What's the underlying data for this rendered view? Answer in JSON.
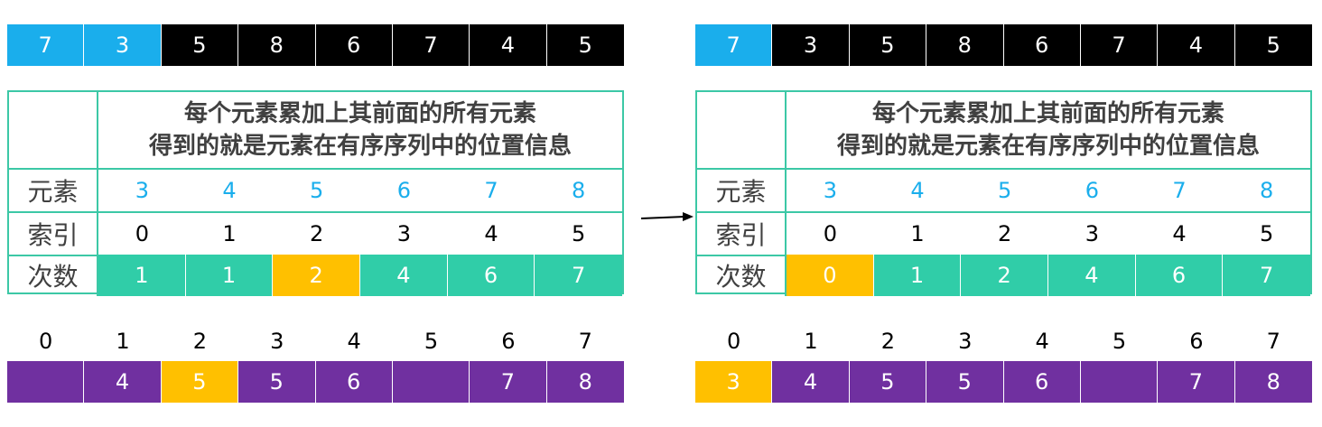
{
  "left": {
    "input": [
      7,
      3,
      5,
      8,
      6,
      7,
      4,
      5
    ],
    "input_colors": [
      "blue",
      "blue",
      "black",
      "black",
      "black",
      "black",
      "black",
      "black"
    ],
    "table": {
      "title_line1": "每个元素累加上其前面的所有元素",
      "title_line2": "得到的就是元素在有序序列中的位置信息",
      "labels": [
        "元素",
        "索引",
        "次数"
      ],
      "elements": [
        "3",
        "4",
        "5",
        "6",
        "7",
        "8"
      ],
      "indices": [
        "0",
        "1",
        "2",
        "3",
        "4",
        "5"
      ],
      "counts": [
        "1",
        "1",
        "2",
        "4",
        "6",
        "7"
      ],
      "count_colors": [
        "green",
        "green",
        "gold",
        "green",
        "green",
        "green"
      ]
    },
    "output_indices": [
      "0",
      "1",
      "2",
      "3",
      "4",
      "5",
      "6",
      "7"
    ],
    "output": [
      "",
      "4",
      "5",
      "5",
      "6",
      "",
      "7",
      "8"
    ],
    "output_colors": [
      "purple",
      "purple",
      "gold",
      "purple",
      "purple",
      "purple",
      "purple",
      "purple"
    ]
  },
  "right": {
    "input": [
      7,
      3,
      5,
      8,
      6,
      7,
      4,
      5
    ],
    "input_colors": [
      "blue",
      "black",
      "black",
      "black",
      "black",
      "black",
      "black",
      "black"
    ],
    "table": {
      "title_line1": "每个元素累加上其前面的所有元素",
      "title_line2": "得到的就是元素在有序序列中的位置信息",
      "labels": [
        "元素",
        "索引",
        "次数"
      ],
      "elements": [
        "3",
        "4",
        "5",
        "6",
        "7",
        "8"
      ],
      "indices": [
        "0",
        "1",
        "2",
        "3",
        "4",
        "5"
      ],
      "counts": [
        "0",
        "1",
        "2",
        "4",
        "6",
        "7"
      ],
      "count_colors": [
        "gold",
        "green",
        "green",
        "green",
        "green",
        "green"
      ]
    },
    "output_indices": [
      "0",
      "1",
      "2",
      "3",
      "4",
      "5",
      "6",
      "7"
    ],
    "output": [
      "3",
      "4",
      "5",
      "5",
      "6",
      "",
      "7",
      "8"
    ],
    "output_colors": [
      "gold",
      "purple",
      "purple",
      "purple",
      "purple",
      "purple",
      "purple",
      "purple"
    ]
  },
  "colors": {
    "blue": "#1AAEEC",
    "black": "#000000",
    "purple": "#7030A0",
    "gold": "#FFC000",
    "green": "#30CDA8",
    "border": "#3CC8A6"
  }
}
